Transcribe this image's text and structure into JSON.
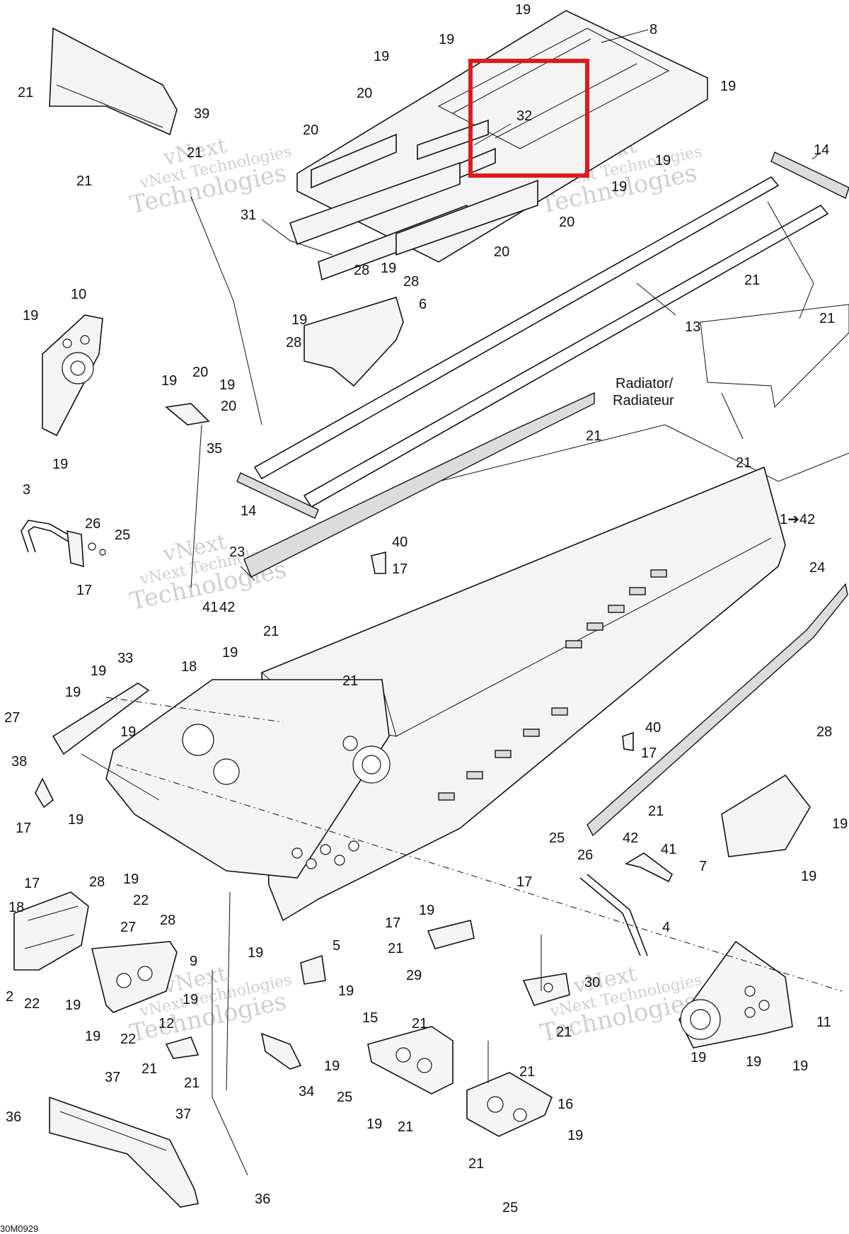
{
  "diagram": {
    "code": "30M0929",
    "watermark": "vNext Technologies",
    "highlight_color": "#e01a1a",
    "callouts": {
      "c1": "1➔42",
      "c2": "2",
      "c3": "3",
      "c4": "4",
      "c5": "5",
      "c6": "6",
      "c7": "7",
      "c8": "8",
      "c9": "9",
      "c10": "10",
      "c11": "11",
      "c12": "12",
      "c13": "13",
      "c14": "14",
      "c15": "15",
      "c16": "16",
      "c17": "17",
      "c18": "18",
      "c19": "19",
      "c20": "20",
      "c21": "21",
      "c22": "22",
      "c23": "23",
      "c24": "24",
      "c25": "25",
      "c26": "26",
      "c27": "27",
      "c28": "28",
      "c29": "29",
      "c30": "30",
      "c31": "31",
      "c32": "32",
      "c33": "33",
      "c34": "34",
      "c35": "35",
      "c36": "36",
      "c37": "37",
      "c38": "38",
      "c39": "39",
      "c40": "40",
      "c41": "41",
      "c42": "42"
    },
    "radiator_label_1": "Radiator/",
    "radiator_label_2": "Radiateur"
  }
}
